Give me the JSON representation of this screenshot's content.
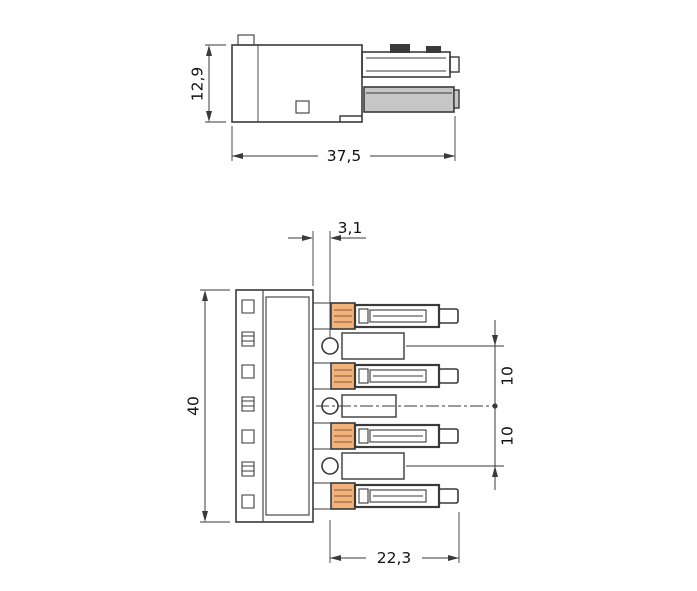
{
  "drawing": {
    "colors": {
      "line": "#3a3a3a",
      "terminal": "#f1b27c",
      "pin_fill": "#c6c6c6"
    },
    "side_view": {
      "height": "12,9",
      "width": "37,5"
    },
    "front_view": {
      "offset": "3,1",
      "height": "40",
      "pitch_upper": "10",
      "pitch_lower": "10",
      "width": "22,3"
    }
  }
}
